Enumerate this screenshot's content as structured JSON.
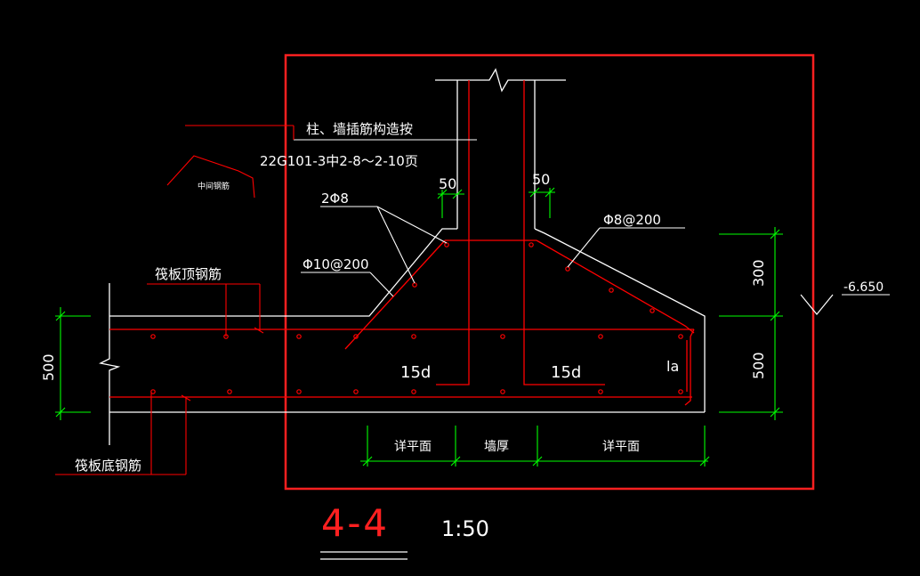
{
  "drawing": {
    "section_number": "4-4",
    "scale": "1:50",
    "notes": {
      "column_wall_dowels_line1": "柱、墙插筋构造按",
      "column_wall_dowels_line2": "22G101-3中2-8～2-10页",
      "middle_rebar": "中间钢筋",
      "raft_top_rebar": "筏板顶钢筋",
      "raft_bottom_rebar": "筏板底钢筋",
      "haunch_bars": "2Φ8",
      "stirrup_left": "Φ10@200",
      "stirrup_right": "Φ8@200",
      "anchor_left": "15d",
      "anchor_right": "15d",
      "lap_length": "la",
      "elevation": "-6.650"
    },
    "dimensions": {
      "cover_left": "50",
      "cover_right": "50",
      "haunch_height": "300",
      "raft_thickness_right": "500",
      "raft_thickness_left": "500",
      "detail_left": "详平面",
      "wall_thickness": "墙厚",
      "detail_right": "详平面"
    },
    "colors": {
      "background": "#000000",
      "outline": "#ffffff",
      "rebar": "#ff0000",
      "frame": "#ff2020",
      "dimension": "#00ff00"
    }
  }
}
